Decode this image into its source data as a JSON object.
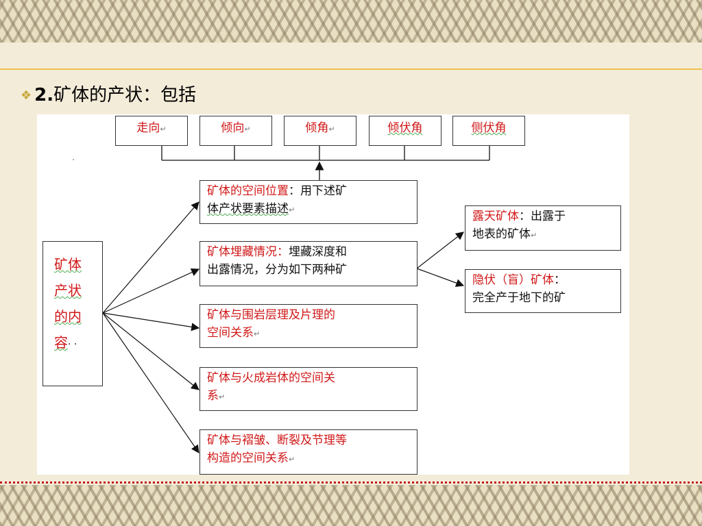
{
  "slide": {
    "title_bullet": "❖",
    "title_number": "2.",
    "title_text": "矿体的产状：包括"
  },
  "diagram": {
    "top_elements": [
      "走向",
      "倾向",
      "倾角",
      "倾伏角",
      "侧伏角"
    ],
    "main_box": [
      "矿体",
      "产状",
      "的内",
      "容"
    ],
    "content_boxes": {
      "position": {
        "red": "矿体的空间位置",
        "black1": "：用下述矿",
        "line2": "体产状要素描述"
      },
      "burial": {
        "red": "矿体埋藏情况：",
        "black1": "埋藏深度和",
        "line2": "出露情况，分为如下两种矿"
      },
      "wallrock": {
        "line1": "矿体与围岩层理及片理的",
        "line2": "空间关系"
      },
      "igneous": {
        "line1": "矿体与火成岩体的空间关",
        "line2": "系"
      },
      "structure": {
        "line1": "矿体与褶皱、断裂及节理等",
        "line2": "构造的空间关系"
      }
    },
    "burial_types": {
      "exposed": {
        "red": "露天矿体",
        "black1": "：出露于",
        "line2": "地表的矿体"
      },
      "blind": {
        "red": "隐伏（盲）矿体",
        "black1": "：",
        "line2": "完全产于地下的矿"
      }
    },
    "para_mark": "↵",
    "trailing_dots": "· ·"
  },
  "colors": {
    "accent_red": "#d01818",
    "gold": "#f2c14e",
    "background": "#f3ecd9"
  }
}
